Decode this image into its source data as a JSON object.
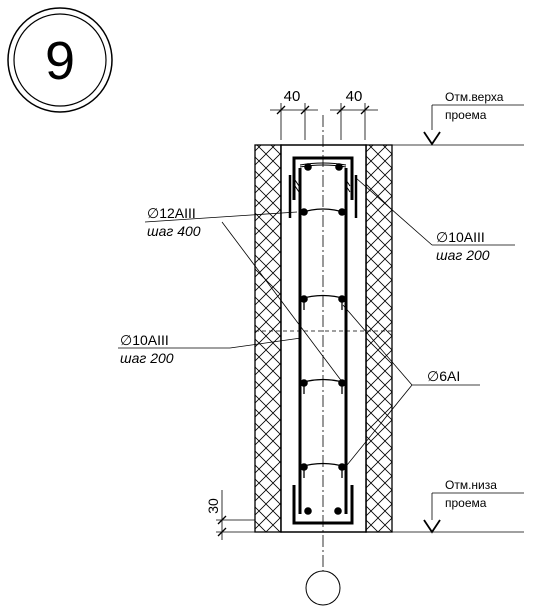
{
  "detail": {
    "number": "9"
  },
  "dimensions": {
    "left_offset": "40",
    "right_offset": "40",
    "bottom_cover": "30"
  },
  "levels": {
    "top": {
      "line1": "Отм.верха",
      "line2": "проема"
    },
    "bottom": {
      "line1": "Отм.низа",
      "line2": "проема"
    }
  },
  "callouts": {
    "rebar_12": {
      "diameter": "∅12AIII",
      "spacing": "шаг 400"
    },
    "rebar_10_left": {
      "diameter": "∅10AIII",
      "spacing": "шаг 200"
    },
    "rebar_10_right": {
      "diameter": "∅10AIII",
      "spacing": "шаг 200"
    },
    "stirrup_6": {
      "diameter": "∅6AI"
    }
  }
}
